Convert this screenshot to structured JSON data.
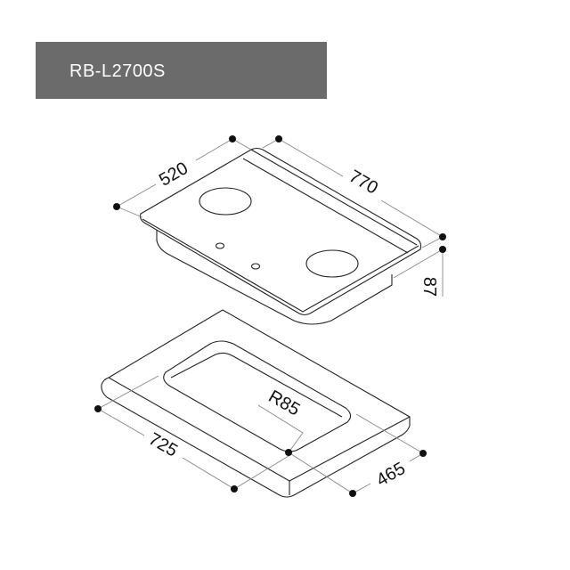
{
  "header": {
    "model": "RB-L2700S"
  },
  "colors": {
    "header_bg": "#6b6b6b",
    "line": "#222222"
  },
  "dimensions": {
    "cooktop_depth": "520",
    "cooktop_width": "770",
    "cooktop_height": "87",
    "cutout_width": "725",
    "cutout_depth": "465",
    "corner_radius": "R85"
  }
}
